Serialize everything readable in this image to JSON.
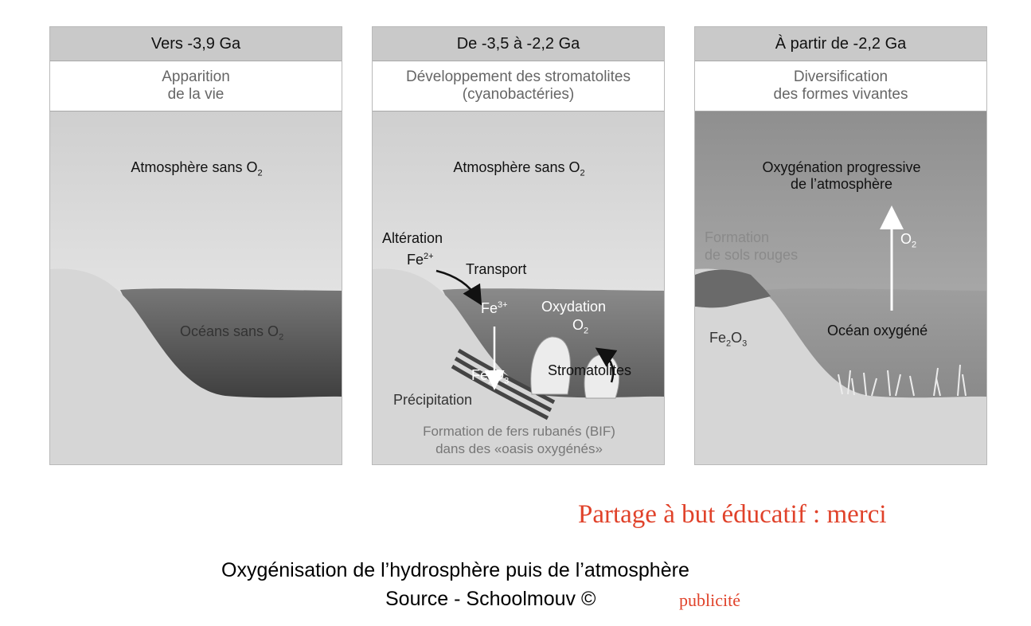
{
  "panels": [
    {
      "header": "Vers -3,9 Ga",
      "subtitle_line1": "Apparition",
      "subtitle_line2": "de la vie",
      "atmosphere_main": "Atmosphère sans O",
      "atmosphere_sub": "2",
      "ocean_main": "Océans sans O",
      "ocean_sub": "2"
    },
    {
      "header": "De -3,5 à -2,2 Ga",
      "subtitle_line1": "Développement des stromatolites",
      "subtitle_line2": "(cyanobactéries)",
      "atmosphere_main": "Atmosphère sans O",
      "atmosphere_sub": "2",
      "alteration": "Altération",
      "fe2_main": "Fe",
      "fe2_sup": "2+",
      "transport": "Transport",
      "fe3_main": "Fe",
      "fe3_sup": "3+",
      "oxydation": "Oxydation",
      "o2_main": "O",
      "o2_sub": "2",
      "fe2o3_a": "Fe",
      "fe2o3_b": "2",
      "fe2o3_c": "O",
      "fe2o3_d": "3",
      "stromatolites": "Stromatolites",
      "precipitation": "Précipitation",
      "bif_line1": "Formation de fers rubanés (BIF)",
      "bif_line2": "dans des «oasis oxygénés»"
    },
    {
      "header": "À partir de -2,2 Ga",
      "subtitle_line1": "Diversification",
      "subtitle_line2": "des formes vivantes",
      "oxygenation_line1": "Oxygénation progressive",
      "oxygenation_line2": "de l’atmosphère",
      "sols_line1": "Formation",
      "sols_line2": "de sols rouges",
      "o2_main": "O",
      "o2_sub": "2",
      "fe2o3_a": "Fe",
      "fe2o3_b": "2",
      "fe2o3_c": "O",
      "fe2o3_d": "3",
      "ocean": "Océan oxygéné"
    }
  ],
  "watermark": "Partage à but éducatif : merci",
  "caption": "Oxygénisation de l’hydrosphère puis de l’atmosphère",
  "source": "Source - Schoolmouv ©",
  "publicite": "publicité",
  "colors": {
    "watermark": "#e0422a",
    "ocean_anoxic": "#5a5a5a",
    "ocean_oxygenated": "#9a9a9a",
    "land": "#d6d6d6"
  }
}
